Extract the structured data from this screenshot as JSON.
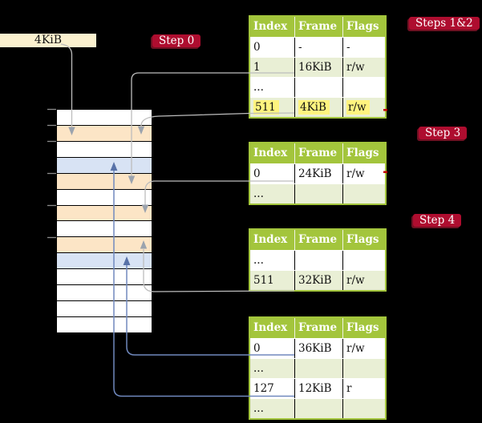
{
  "colors": {
    "background": "#000000",
    "cream": "#FBF1CF",
    "badge_red": "#AE0D2F",
    "badge_shadow": "#6F1022",
    "header_green": "#A3C53C",
    "row_green": "#E9EFD5",
    "row_white": "#FFFFFF",
    "strip_orange": "#FCE5C6",
    "strip_blue": "#D8E3F4",
    "highlight_yellow": "#FFF47F",
    "gray_line": "#BDBDBD",
    "gray_arrow": "#9BA3AE",
    "blue_line": "#7089BE",
    "blue_arrow": "#5872A8",
    "tick_gray": "#8C8C8C",
    "red_dash": "#C00000"
  },
  "page_size_label": "4KiB",
  "badges": {
    "step0": "Step 0",
    "steps12": "Steps 1&2",
    "step3": "Step 3",
    "step4": "Step 4"
  },
  "memory_strip": {
    "rows": [
      "white",
      "orange",
      "white",
      "blue",
      "orange",
      "white",
      "orange",
      "white",
      "orange",
      "blue",
      "white",
      "white",
      "white",
      "white"
    ]
  },
  "tables": [
    {
      "id": "table-steps12",
      "headers": [
        "Index",
        "Frame",
        "Flags"
      ],
      "rows": [
        {
          "cells": [
            "0",
            "-",
            "-"
          ],
          "shade": "white",
          "highlight": false
        },
        {
          "cells": [
            "1",
            "16KiB",
            "r/w"
          ],
          "shade": "green",
          "highlight": false
        },
        {
          "cells": [
            "...",
            "",
            ""
          ],
          "shade": "white",
          "highlight": false
        },
        {
          "cells": [
            "511",
            "4KiB",
            "r/w"
          ],
          "shade": "green",
          "highlight": true
        }
      ]
    },
    {
      "id": "table-step3",
      "headers": [
        "Index",
        "Frame",
        "Flags"
      ],
      "rows": [
        {
          "cells": [
            "0",
            "24KiB",
            "r/w"
          ],
          "shade": "white",
          "highlight": false
        },
        {
          "cells": [
            "...",
            "",
            ""
          ],
          "shade": "green",
          "highlight": false
        }
      ]
    },
    {
      "id": "table-step4a",
      "headers": [
        "Index",
        "Frame",
        "Flags"
      ],
      "rows": [
        {
          "cells": [
            "...",
            "",
            ""
          ],
          "shade": "white",
          "highlight": false
        },
        {
          "cells": [
            "511",
            "32KiB",
            "r/w"
          ],
          "shade": "green",
          "highlight": false
        }
      ]
    },
    {
      "id": "table-step4b",
      "headers": [
        "Index",
        "Frame",
        "Flags"
      ],
      "rows": [
        {
          "cells": [
            "0",
            "36KiB",
            "r/w"
          ],
          "shade": "white",
          "highlight": false
        },
        {
          "cells": [
            "...",
            "",
            ""
          ],
          "shade": "green",
          "highlight": false
        },
        {
          "cells": [
            "127",
            "12KiB",
            "r"
          ],
          "shade": "white",
          "highlight": false
        },
        {
          "cells": [
            "...",
            "",
            ""
          ],
          "shade": "green",
          "highlight": false
        }
      ]
    }
  ]
}
